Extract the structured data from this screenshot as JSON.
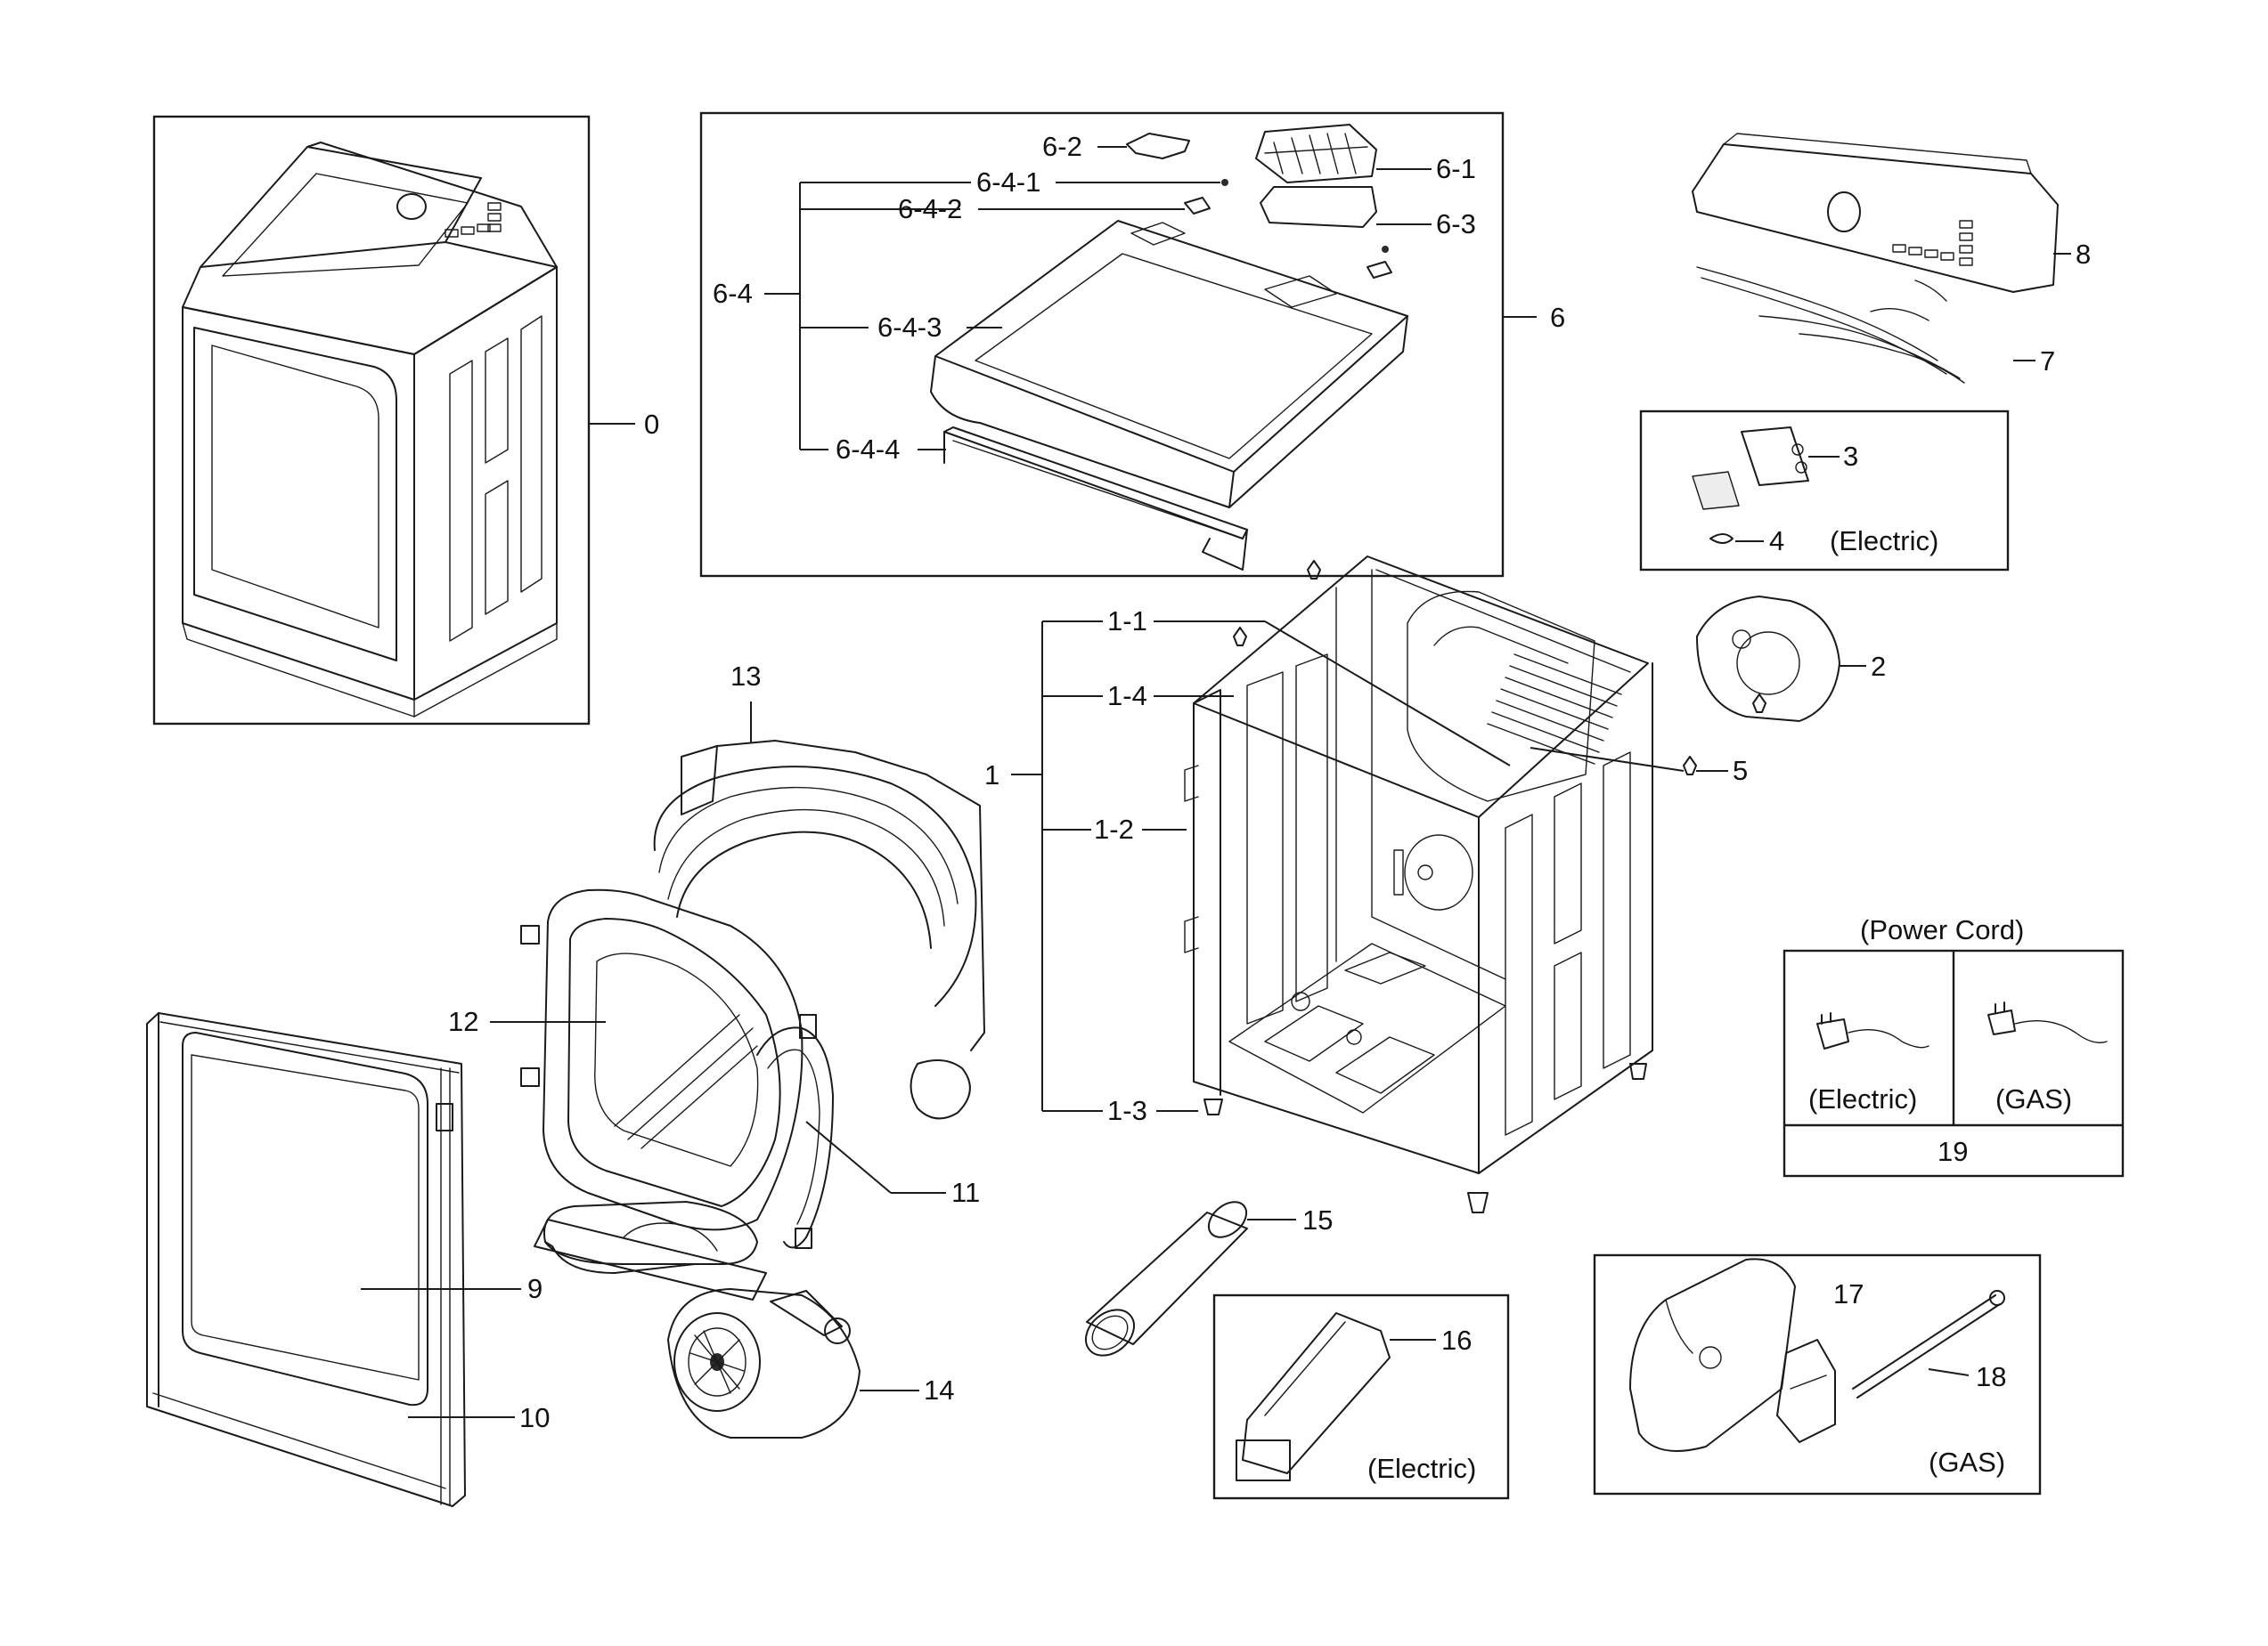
{
  "callouts": {
    "c0": "0",
    "c1": "1",
    "c1_1": "1-1",
    "c1_2": "1-2",
    "c1_3": "1-3",
    "c1_4": "1-4",
    "c2": "2",
    "c3": "3",
    "c4": "4",
    "c5": "5",
    "c6": "6",
    "c6_1": "6-1",
    "c6_2": "6-2",
    "c6_3": "6-3",
    "c6_4": "6-4",
    "c6_4_1": "6-4-1",
    "c6_4_2": "6-4-2",
    "c6_4_3": "6-4-3",
    "c6_4_4": "6-4-4",
    "c7": "7",
    "c8": "8",
    "c9": "9",
    "c10": "10",
    "c11": "11",
    "c12": "12",
    "c13": "13",
    "c14": "14",
    "c15": "15",
    "c16": "16",
    "c17": "17",
    "c18": "18",
    "c19": "19"
  },
  "labels": {
    "electric_filter": "(Electric)",
    "power_cord_title": "(Power Cord)",
    "power_cord_electric": "(Electric)",
    "power_cord_gas": "(GAS)",
    "heater_electric": "(Electric)",
    "burner_gas": "(GAS)"
  }
}
